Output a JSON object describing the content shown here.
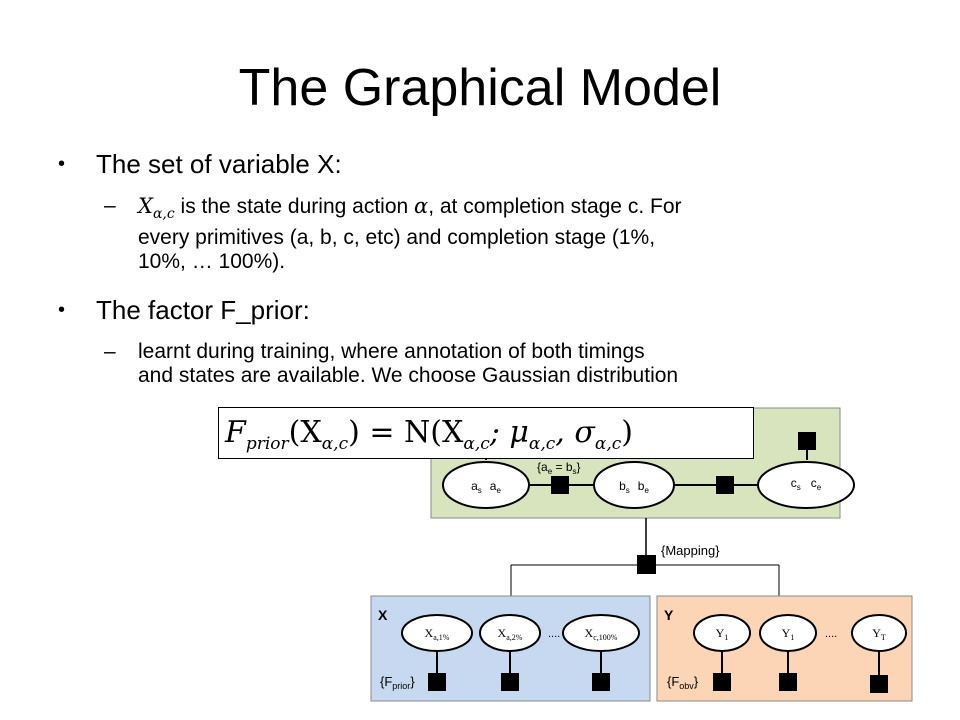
{
  "title": "The Graphical Model",
  "bullets": [
    {
      "text": "The set of variable X:",
      "sub": {
        "symbol": "X",
        "symbol_sub": "α,c",
        "text_1": " is the state during action ",
        "alpha": "α",
        "text_2": ", at completion stage c. For",
        "line2": "every primitives (a, b, c, etc) and completion stage (1%,",
        "line3": "10%, … 100%)."
      }
    },
    {
      "text": "The factor F_prior:",
      "sub": {
        "line1": "learnt during training, where annotation of both timings",
        "line2": "and states are available. We choose Gaussian distribution"
      }
    }
  ],
  "formula": {
    "lhs": "F",
    "lhs_sub": "prior",
    "args": "(X",
    "args_sub": "α,c",
    "middle": ")  =  N(X",
    "mid_sub": "α,c",
    "mu": "; μ",
    "mu_sub": "α,c",
    "sigma": ", σ",
    "sigma_sub": "α,c",
    "close": ")"
  },
  "diagram": {
    "top_label": "{a",
    "top_label_e": "e",
    "top_label_mid": " = b",
    "top_label_s": "s",
    "top_label_end": "}",
    "node_a": [
      "a",
      "s",
      "a",
      "e"
    ],
    "node_b": [
      "b",
      "s",
      "b",
      "e"
    ],
    "node_c": [
      "c",
      "s",
      "c",
      "e"
    ],
    "mapping_label": "{Mapping}",
    "x_panel_label": "X",
    "y_panel_label": "Y",
    "x_nodes": [
      {
        "base": "X",
        "sub": "a,1%"
      },
      {
        "base": "X",
        "sub": "a,2%"
      },
      {
        "base": "X",
        "sub": "c,100%"
      }
    ],
    "x_ellipsis": "....",
    "y_nodes": [
      {
        "base": "Y",
        "sub": "1"
      },
      {
        "base": "Y",
        "sub": "1"
      },
      {
        "base": "Y",
        "sub": "T"
      }
    ],
    "y_ellipsis": "....",
    "f_prior": {
      "open": "{F",
      "sub": "prior",
      "close": "}"
    },
    "f_obv": {
      "open": "{F",
      "sub": "obv",
      "close": "}"
    },
    "colors": {
      "top_panel": "#d7e4bd",
      "x_panel": "#c6d9f1",
      "y_panel": "#fbd5b5"
    }
  }
}
